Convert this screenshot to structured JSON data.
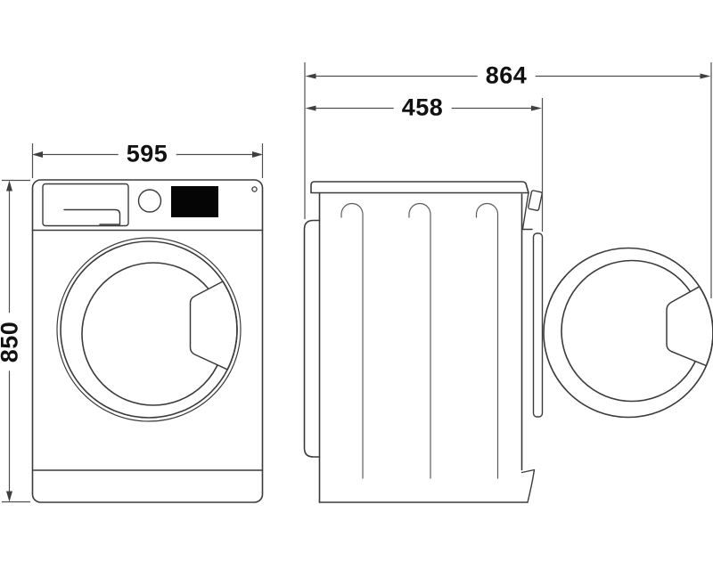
{
  "diagram": {
    "type": "appliance-dimension-drawing",
    "subject": "front-loading-washing-machine",
    "views": {
      "front": "front-view",
      "side": "side-view-door-open"
    },
    "dimensions": {
      "width_front": "595",
      "height": "850",
      "depth_with_door_open": "864",
      "depth_body": "458"
    },
    "colors": {
      "background": "#ffffff",
      "outline": "#3b3b3b",
      "detail_line": "#5c5c5c",
      "dimension_line": "#4f4f4f",
      "arrow_fill": "#3f3f3f",
      "label_text": "#111111",
      "display_fill": "#050505"
    }
  }
}
